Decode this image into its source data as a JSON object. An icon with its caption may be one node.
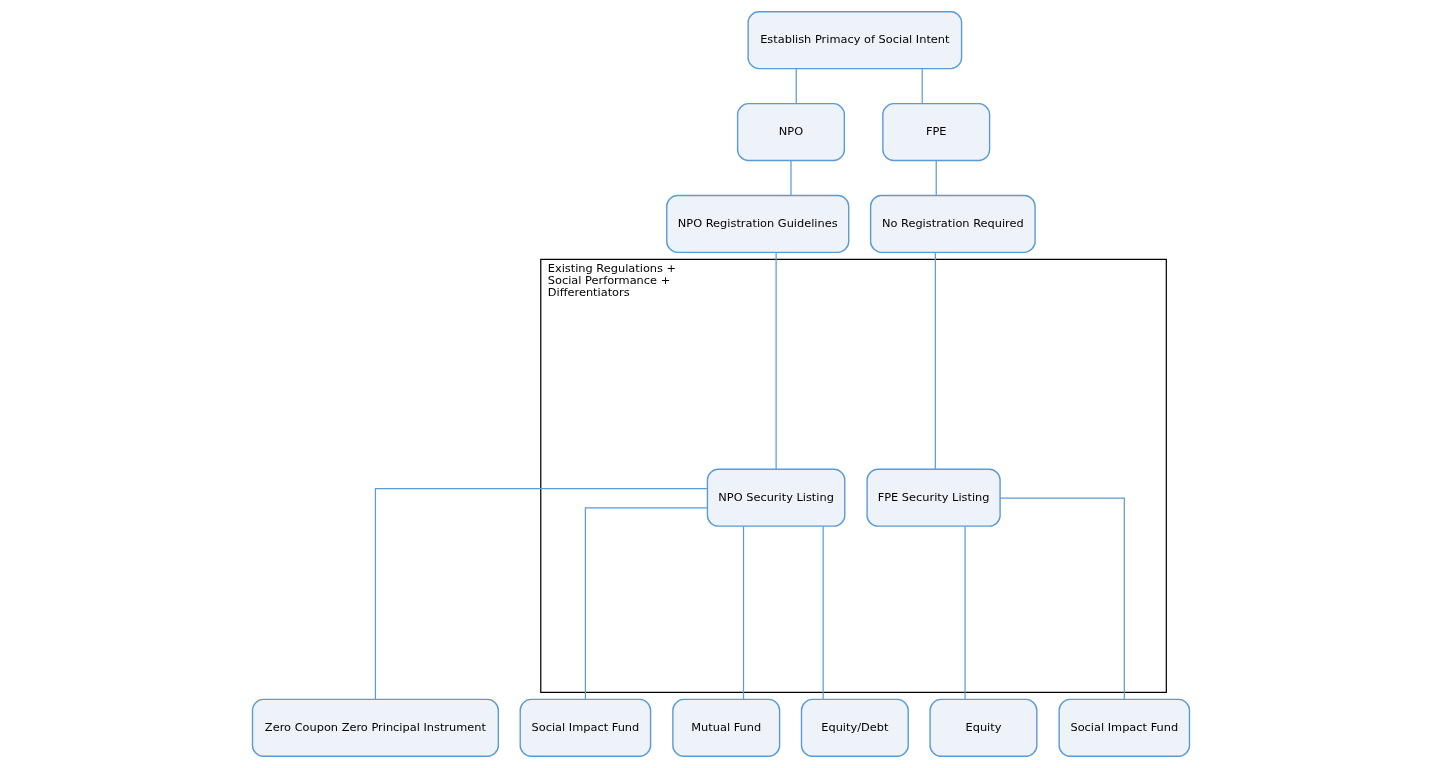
{
  "diagram": {
    "nodes": [
      {
        "text": [
          "Establish Primacy of Social Intent"
        ]
      },
      {
        "text": [
          "NPO"
        ]
      },
      {
        "text": [
          "FPE"
        ]
      },
      {
        "text": [
          "NPO Registration Guidelines"
        ]
      },
      {
        "text": [
          "No Registration Required"
        ]
      },
      {
        "text": [
          "Existing Regulations +",
          "Social Performance +",
          "Differentiators"
        ]
      },
      {
        "text": [
          "NPO Security Listing"
        ],
        "in": 5
      },
      {
        "text": [
          "FPE Security Listing"
        ],
        "in": 5
      },
      {
        "text": [
          "Zero Coupon Zero Principal Instrument"
        ]
      },
      {
        "text": [
          "Social Impact Fund"
        ]
      },
      {
        "text": [
          "Mutual Fund"
        ]
      },
      {
        "text": [
          "Equity/Debt"
        ]
      },
      {
        "text": [
          "Equity"
        ]
      },
      {
        "text": [
          "Social Impact Fund"
        ]
      }
    ],
    "edges": [
      {
        "from": 0,
        "to": 1,
        "arrow": "none"
      },
      {
        "from": 0,
        "to": 2,
        "arrow": "none"
      },
      {
        "from": 1,
        "to": 3,
        "arrow": "none"
      },
      {
        "from": 2,
        "to": 4,
        "arrow": "none"
      },
      {
        "from": 3,
        "to": 6,
        "arrow": "none"
      },
      {
        "from": 4,
        "to": 7,
        "arrow": "none"
      },
      {
        "from": 6,
        "to": 8,
        "arrow": "none"
      },
      {
        "from": 6,
        "to": 9,
        "arrow": "none"
      },
      {
        "from": 6,
        "to": 10,
        "arrow": "none"
      },
      {
        "from": 6,
        "to": 11,
        "arrow": "none"
      },
      {
        "from": 7,
        "to": 12,
        "arrow": "none"
      },
      {
        "from": 7,
        "to": 13,
        "arrow": "none"
      }
    ]
  }
}
